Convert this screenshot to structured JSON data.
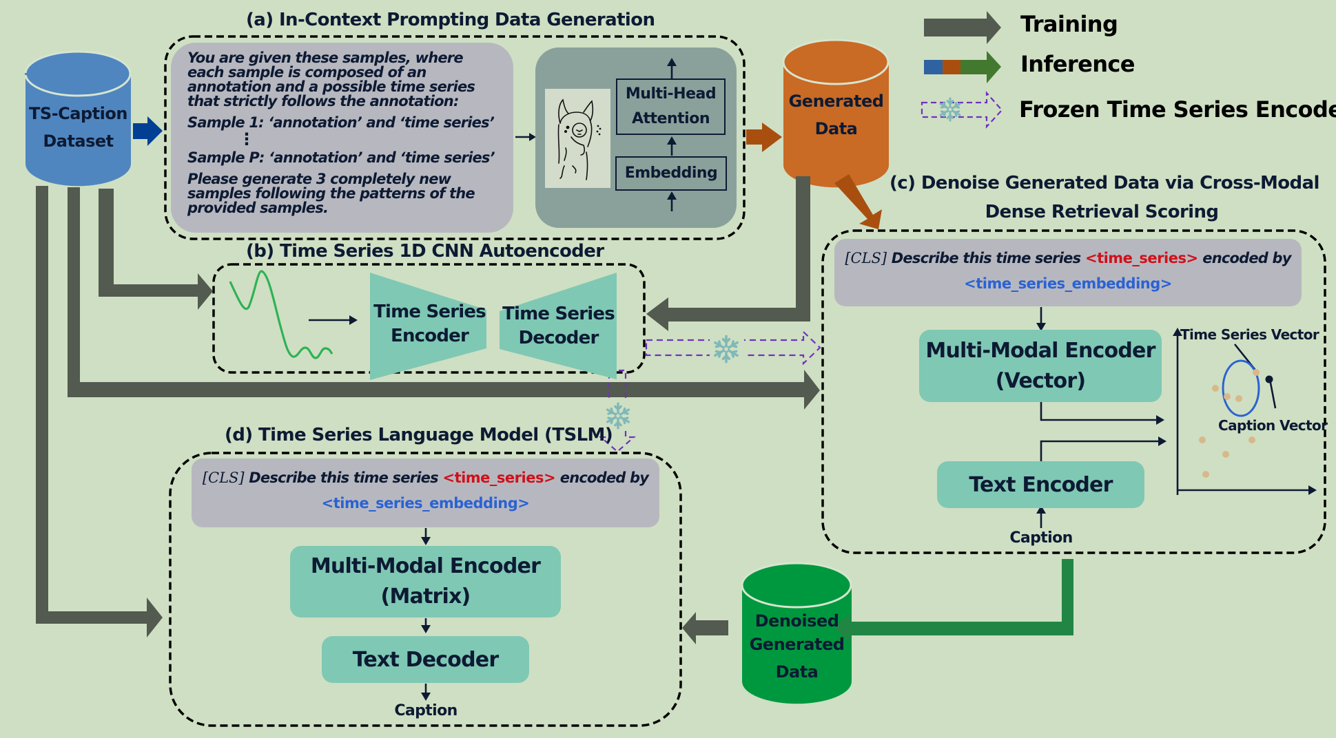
{
  "legend": {
    "training": "Training",
    "inference": "Inference",
    "frozen": "Frozen Time Series Encoder"
  },
  "colors": {
    "background": "#cfdfc3",
    "training_arrow": "#535a4f",
    "inference_blue": "#2f62a0",
    "inference_orange": "#a84f10",
    "inference_green": "#42792f",
    "frozen_dashed": "#7030c0",
    "teal_block": "#7fc8b4",
    "ts_caption_db": "#4f86c0",
    "generated_db": "#c96a25",
    "denoised_db": "#00983f",
    "keyword_red": "#d0101a",
    "keyword_blue": "#2a62d4"
  },
  "databases": {
    "ts_caption": {
      "line1": "TS-Caption",
      "line2": "Dataset"
    },
    "generated": {
      "line1": "Generated",
      "line2": "Data"
    },
    "denoised": {
      "line1": "Denoised",
      "line2": "Generated",
      "line3": "Data"
    }
  },
  "section_a": {
    "title": "(a) In-Context Prompting Data Generation",
    "prompt_intro": "You are given these samples, where each sample is composed of an annotation and a possible time series that strictly follows the annotation:",
    "sample_1": "Sample 1: ‘annotation’  and ‘time series’",
    "ellipsis": "⋮",
    "sample_p": "Sample P: ‘annotation’  and ‘time series’",
    "instruction": "Please generate 3 completely new samples following the patterns of the provided samples.",
    "llm_attention": "Multi-Head Attention",
    "llm_embedding": "Embedding"
  },
  "section_b": {
    "title": "(b) Time Series 1D CNN Autoencoder",
    "encoder": {
      "line1": "Time Series",
      "line2": "Encoder"
    },
    "decoder": {
      "line1": "Time Series",
      "line2": "Decoder"
    }
  },
  "section_c": {
    "title_line1": "(c) Denoise Generated Data via Cross-Modal",
    "title_line2": "Dense Retrieval Scoring",
    "prompt": {
      "cls": "[CLS]",
      "describe": "Describe this time series",
      "ts_token": "<time_series>",
      "encoded_by": "encoded by",
      "emb_token": "<time_series_embedding>"
    },
    "mm_encoder": {
      "line1": "Multi-Modal Encoder",
      "line2": "(Vector)"
    },
    "text_encoder": "Text Encoder",
    "caption": "Caption",
    "ts_vector_label": "Time Series Vector",
    "caption_vector_label": "Caption Vector"
  },
  "section_d": {
    "title": "(d) Time Series Language Model (TSLM)",
    "prompt": {
      "cls": "[CLS]",
      "describe": "Describe this time series",
      "ts_token": "<time_series>",
      "encoded_by": "encoded by",
      "emb_token": "<time_series_embedding>"
    },
    "mm_encoder": {
      "line1": "Multi-Modal Encoder",
      "line2": "(Matrix)"
    },
    "text_decoder": "Text Decoder",
    "caption": "Caption"
  }
}
